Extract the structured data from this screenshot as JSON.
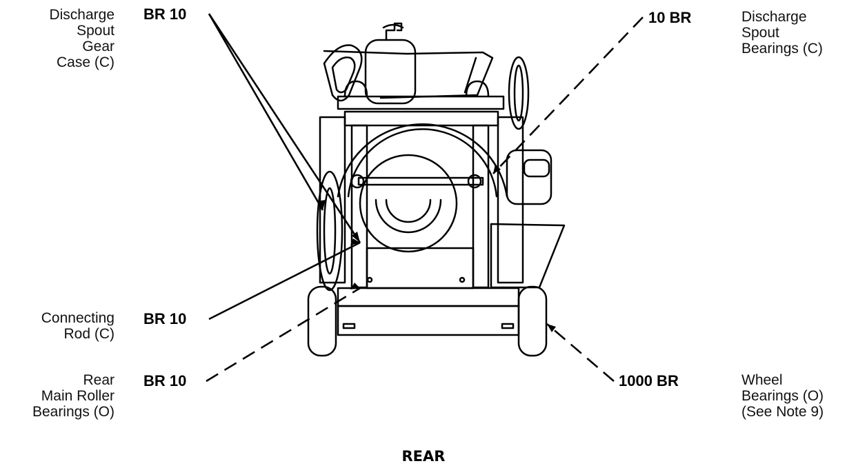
{
  "callouts": {
    "discharge_spout_gear_case": {
      "lines": [
        "Discharge",
        "Spout",
        "Gear",
        "Case (C)"
      ],
      "code": "BR 10"
    },
    "discharge_spout_bearings": {
      "lines": [
        "Discharge",
        "Spout",
        "Bearings (C)"
      ],
      "code": "10 BR"
    },
    "connecting_rod": {
      "lines": [
        "Connecting",
        "Rod (C)"
      ],
      "code": "BR 10"
    },
    "rear_main_roller_bearings": {
      "lines": [
        "Rear",
        "Main Roller",
        "Bearings (O)"
      ],
      "code": "BR 10"
    },
    "wheel_bearings": {
      "lines": [
        "Wheel",
        "Bearings (O)",
        "(See Note 9)"
      ],
      "code": "1000 BR"
    }
  },
  "view_label": "REAR"
}
